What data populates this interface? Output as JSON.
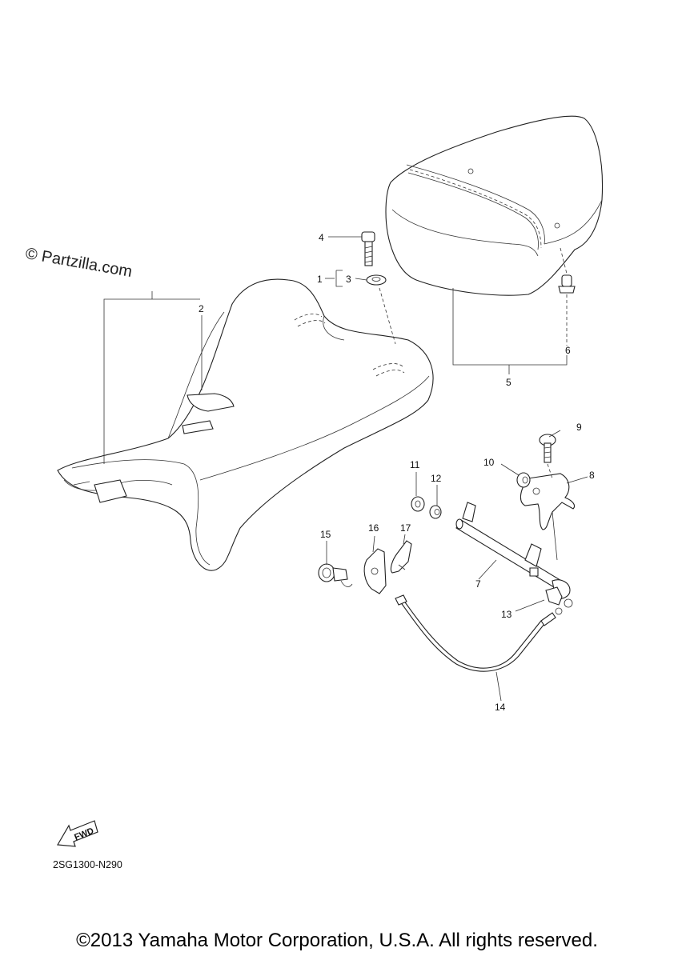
{
  "watermark": "© Partzilla.com",
  "diagram_code": "2SG1300-N290",
  "copyright": "©2013 Yamaha Motor Corporation, U.S.A. All rights reserved.",
  "fwd_label": "FWD",
  "callouts": {
    "c1": "1",
    "c2": "2",
    "c3": "3",
    "c4": "4",
    "c5": "5",
    "c6": "6",
    "c7": "7",
    "c8": "8",
    "c9": "9",
    "c10": "10",
    "c11": "11",
    "c12": "12",
    "c13": "13",
    "c14": "14",
    "c15": "15",
    "c16": "16",
    "c17": "17"
  }
}
